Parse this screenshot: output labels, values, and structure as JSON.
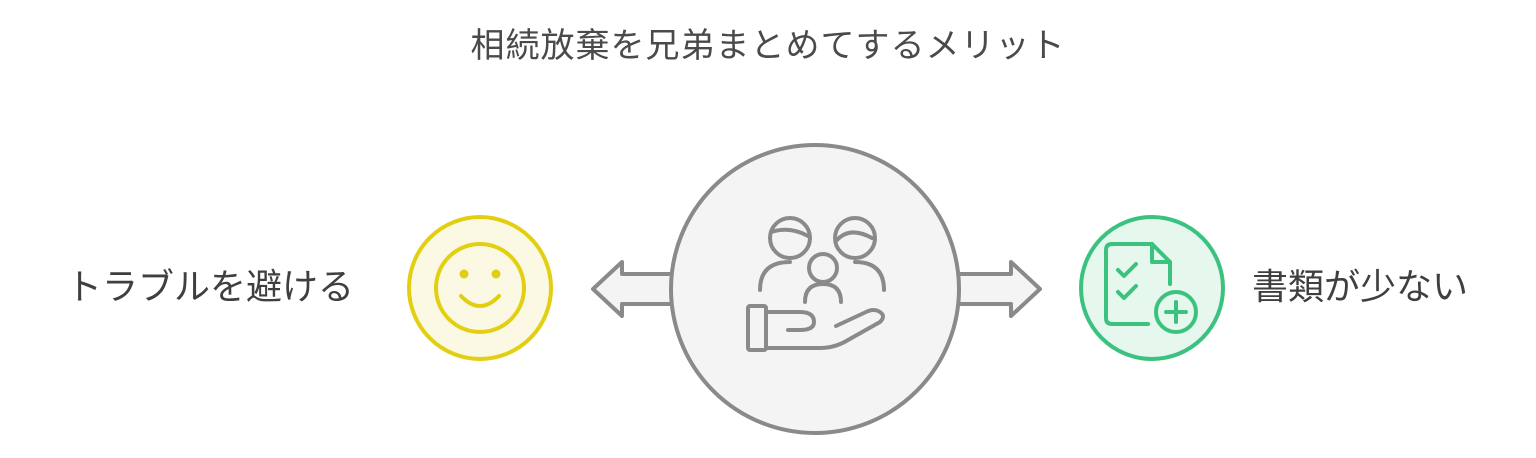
{
  "title": "相続放棄を兄弟まとめてするメリット",
  "center": {
    "icon": "family-in-hand-icon"
  },
  "left": {
    "label": "トラブルを避ける",
    "icon": "smiley-face-icon",
    "color": "#e3cf12",
    "fill": "#fbf9e3"
  },
  "right": {
    "label": "書類が少ない",
    "icon": "document-checklist-plus-icon",
    "color": "#3cc27f",
    "fill": "#e6f7ee"
  },
  "colors": {
    "hub_stroke": "#8a8a8a",
    "hub_fill": "#f4f4f4",
    "icon_gray": "#8a8a8a"
  }
}
